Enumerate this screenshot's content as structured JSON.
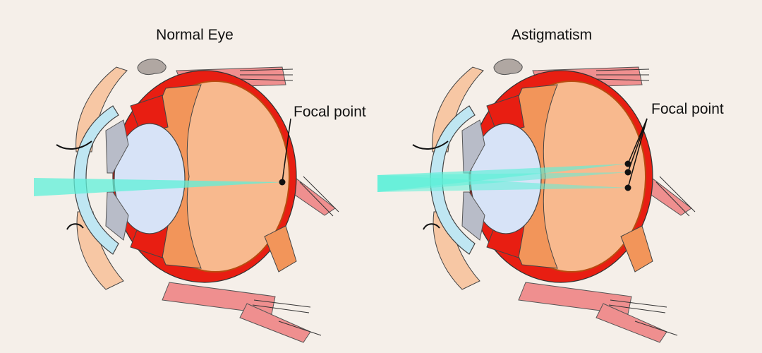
{
  "panels": [
    {
      "title": "Normal Eye",
      "callout": "Focal point"
    },
    {
      "title": "Astigmatism",
      "callout": "Focal point"
    }
  ],
  "colors": {
    "background": "#f5efe9",
    "sclera": "#e81e12",
    "vitreous": "#f8b98e",
    "inner_layer": "#f2955a",
    "lens": "#d7e3f7",
    "cornea": "#bfe6f2",
    "iris": "#b8bcc8",
    "muscle": "#ef8f8f",
    "light_beam": "#5ef0d8"
  },
  "icons": [
    "eye-cross-section",
    "light-beam",
    "focal-point-dot"
  ]
}
